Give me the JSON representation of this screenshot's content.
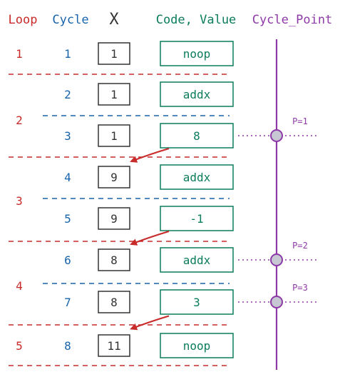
{
  "headers": {
    "loop": "Loop",
    "cycle": "Cycle",
    "x": "X",
    "code_value": "Code, Value",
    "cycle_point": "Cycle_Point"
  },
  "loops": [
    "1",
    "2",
    "3",
    "4",
    "5"
  ],
  "rows": [
    {
      "cycle": "1",
      "x": "1",
      "code": "noop"
    },
    {
      "cycle": "2",
      "x": "1",
      "code": "addx"
    },
    {
      "cycle": "3",
      "x": "1",
      "code": "8"
    },
    {
      "cycle": "4",
      "x": "9",
      "code": "addx"
    },
    {
      "cycle": "5",
      "x": "9",
      "code": "-1"
    },
    {
      "cycle": "6",
      "x": "8",
      "code": "addx"
    },
    {
      "cycle": "7",
      "x": "8",
      "code": "3"
    },
    {
      "cycle": "8",
      "x": "11",
      "code": "noop"
    }
  ],
  "points": [
    {
      "label": "P=1",
      "cycle": 3
    },
    {
      "label": "P=2",
      "cycle": 6
    },
    {
      "label": "P=3",
      "cycle": 7
    }
  ],
  "colors": {
    "red": "#c92a2a",
    "blue": "#1864ab",
    "dark": "#333333",
    "green": "#0b7c5c",
    "purple": "#8e3aa6",
    "node_fill": "#c7c7d4"
  }
}
